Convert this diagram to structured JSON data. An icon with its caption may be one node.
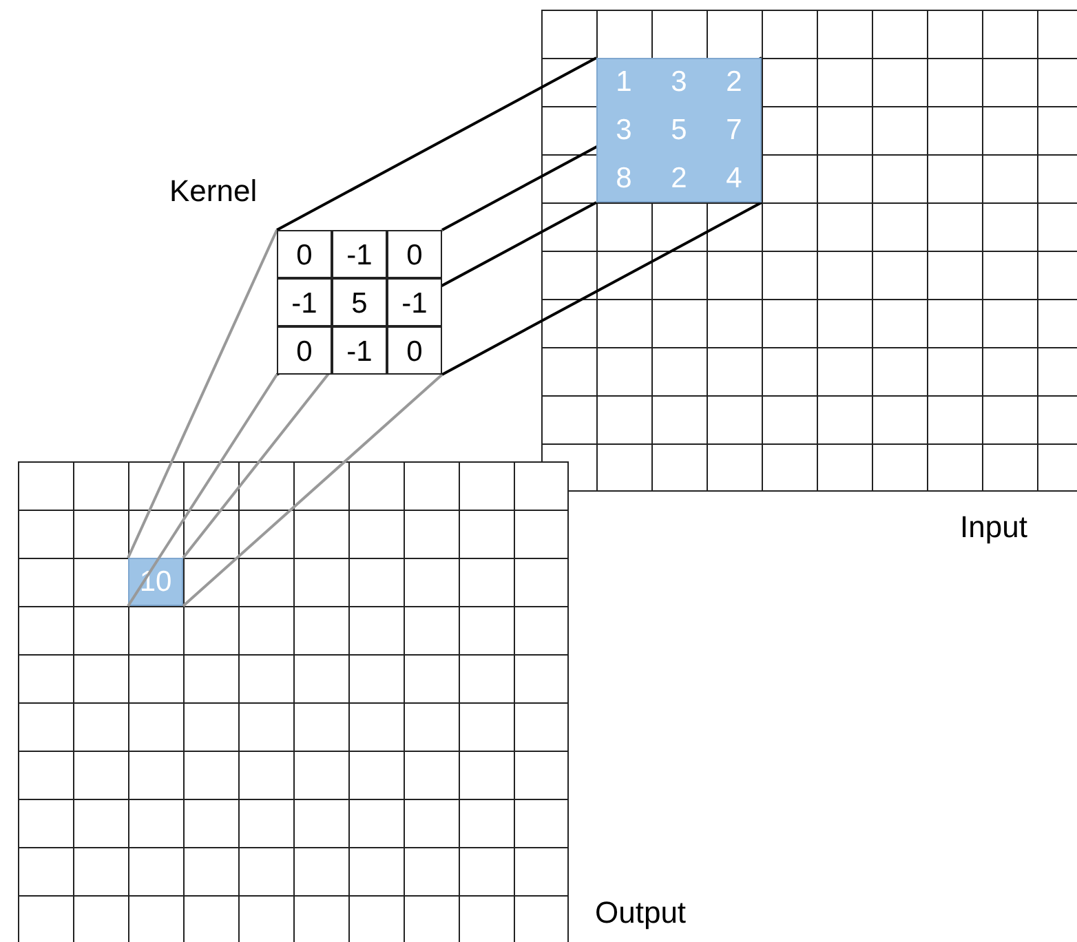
{
  "diagram": {
    "nodes": [
      {
        "text": [],
        "shape": "box",
        "beside": [
          "Input"
        ]
      },
      {
        "text": [
          "1",
          "3",
          "2",
          "3",
          "5",
          "7",
          "8",
          "2",
          "4"
        ],
        "in": 0
      },
      {
        "text": [
          "0",
          "-1",
          "0",
          "-1",
          "5",
          "-1",
          "0",
          "-1",
          "0"
        ],
        "beside": [
          "Kernel"
        ]
      },
      {
        "text": [],
        "shape": "box",
        "beside": [
          "Output"
        ]
      },
      {
        "text": [
          "10"
        ],
        "in": 3
      }
    ],
    "edges": [
      {
        "from": 1,
        "to": 2,
        "arrow": "none",
        "color": "#000000"
      },
      {
        "from": 1,
        "to": 2,
        "arrow": "none",
        "color": "#000000"
      },
      {
        "from": 1,
        "to": 2,
        "arrow": "none",
        "color": "#000000"
      },
      {
        "from": 1,
        "to": 2,
        "arrow": "none",
        "color": "#000000"
      },
      {
        "from": 2,
        "to": 4,
        "arrow": "none",
        "color": "#999999"
      },
      {
        "from": 2,
        "to": 4,
        "arrow": "none",
        "color": "#999999"
      },
      {
        "from": 2,
        "to": 4,
        "arrow": "none",
        "color": "#999999"
      },
      {
        "from": 2,
        "to": 4,
        "arrow": "none",
        "color": "#999999"
      }
    ]
  }
}
